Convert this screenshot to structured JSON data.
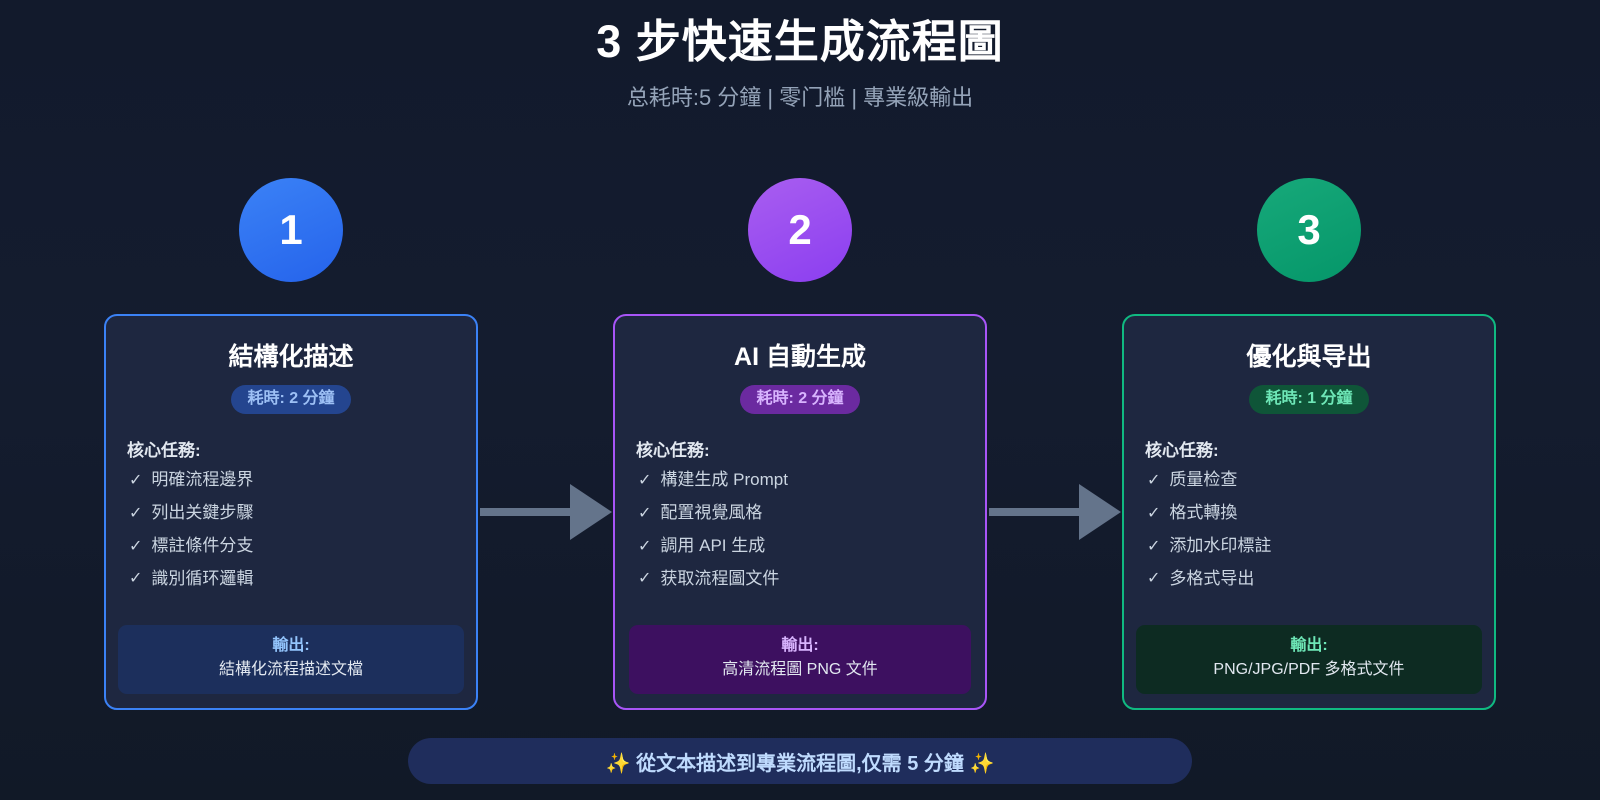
{
  "header": {
    "title": "3 步快速生成流程圖",
    "subtitle": "总耗時:5 分鐘 | 零门槛 | 專業級輸出"
  },
  "colors": {
    "background": "#131b2e",
    "card_bg": "#1e2740",
    "step1_accent": "#3b82f6",
    "step2_accent": "#a855f7",
    "step3_accent": "#10b981",
    "arrow": "#64748b",
    "footer_bg": "#1f2d5c"
  },
  "steps": [
    {
      "number": "1",
      "title": "結構化描述",
      "duration_badge": "耗時: 2 分鐘",
      "tasks_label": "核心任務:",
      "tasks": [
        "明確流程邊界",
        "列出关鍵步驟",
        "標註條件分支",
        "識別循环邏輯"
      ],
      "output_label": "輸出:",
      "output_value": "結構化流程描述文檔"
    },
    {
      "number": "2",
      "title": "AI 自動生成",
      "duration_badge": "耗時: 2 分鐘",
      "tasks_label": "核心任務:",
      "tasks": [
        "構建生成 Prompt",
        "配置視覺風格",
        "調用 API 生成",
        "获取流程圖文件"
      ],
      "output_label": "輸出:",
      "output_value": "高清流程圖 PNG 文件"
    },
    {
      "number": "3",
      "title": "優化與导出",
      "duration_badge": "耗時: 1 分鐘",
      "tasks_label": "核心任務:",
      "tasks": [
        "质量检查",
        "格式轉換",
        "添加水印標註",
        "多格式导出"
      ],
      "output_label": "輸出:",
      "output_value": "PNG/JPG/PDF 多格式文件"
    }
  ],
  "icons": {
    "check": "✓",
    "sparkle": "✨"
  },
  "footer": {
    "text": "✨ 從文本描述到專業流程圖,仅需 5 分鐘 ✨"
  }
}
